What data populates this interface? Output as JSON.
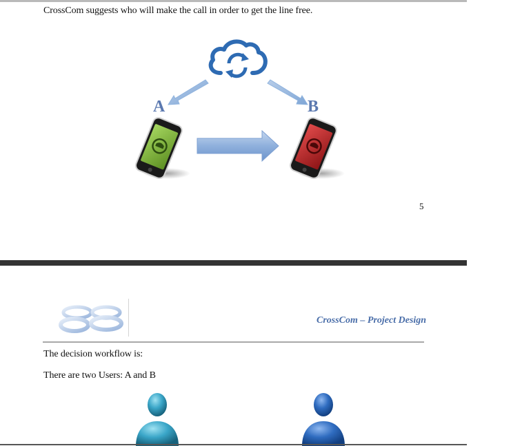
{
  "page1": {
    "intro_text": "CrossCom suggests who will make the call in order to get the line free.",
    "user_a_label": "A",
    "user_b_label": "B",
    "page_number": "5"
  },
  "page2": {
    "header_title": "CrossCom – Project Design",
    "workflow_text": "The decision workflow is:",
    "users_text": "There are two Users: A and B"
  },
  "icons": {
    "cloud": "cloud-sync-icon",
    "phone_a": "phone-green-icon",
    "phone_b": "phone-red-icon",
    "logo": "crosscom-logo-icon",
    "user_a": "user-cyan-icon",
    "user_b": "user-blue-icon"
  },
  "colors": {
    "header_title": "#4a6ea9",
    "cloud": "#2e6bb3",
    "phone_a": "#7dbb3c",
    "phone_b": "#c0262a",
    "arrow": "#8fb3de"
  }
}
